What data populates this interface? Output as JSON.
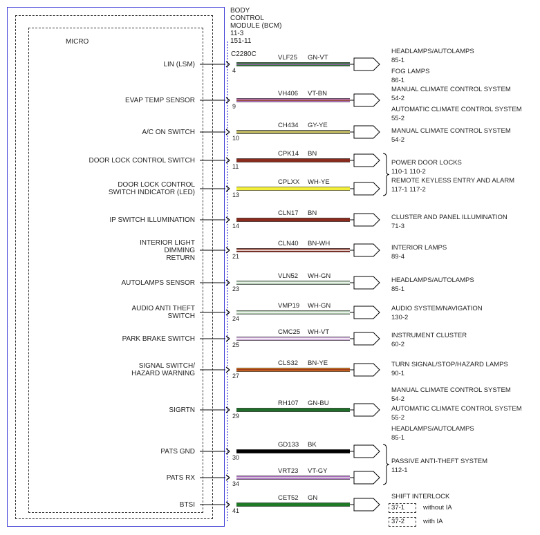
{
  "module": {
    "title_lines": [
      "BODY",
      "CONTROL",
      "MODULE (BCM)",
      "11-3",
      "151-11"
    ],
    "connector": "C2280C",
    "inner_label": "MICRO"
  },
  "pins": [
    {
      "label": [
        "LIN (LSM)"
      ],
      "pin": "4",
      "circuit": "VLF25",
      "color": "GN-VT",
      "wire_main": "#2e7d32",
      "wire_stripe": "#9b59b6"
    },
    {
      "label": [
        "EVAP TEMP SENSOR"
      ],
      "pin": "9",
      "circuit": "VH406",
      "color": "VT-BN",
      "wire_main": "#c77dd6",
      "wire_stripe": "#8b4513"
    },
    {
      "label": [
        "A/C ON SWITCH"
      ],
      "pin": "10",
      "circuit": "CH434",
      "color": "GY-YE",
      "wire_main": "#9e9e80",
      "wire_stripe": "#d6c84a"
    },
    {
      "label": [
        "DOOR LOCK CONTROL SWITCH"
      ],
      "pin": "11",
      "circuit": "CPK14",
      "color": "BN",
      "wire_main": "#8b2b1e",
      "wire_stripe": ""
    },
    {
      "label": [
        "DOOR LOCK CONTROL",
        "SWITCH INDICATOR (LED)"
      ],
      "pin": "13",
      "circuit": "CPLXX",
      "color": "WH-YE",
      "wire_main": "#f2ef3a",
      "wire_stripe": ""
    },
    {
      "label": [
        "IP SWITCH ILLUMINATION"
      ],
      "pin": "14",
      "circuit": "CLN17",
      "color": "BN",
      "wire_main": "#8b2b1e",
      "wire_stripe": ""
    },
    {
      "label": [
        "INTERIOR LIGHT",
        "DIMMING",
        "RETURN"
      ],
      "pin": "21",
      "circuit": "CLN40",
      "color": "BN-WH",
      "wire_main": "#8b2b1e",
      "wire_stripe": "#ffffff"
    },
    {
      "label": [
        "AUTOLAMPS SENSOR"
      ],
      "pin": "23",
      "circuit": "VLN52",
      "color": "WH-GN",
      "wire_main": "#a8c4a8",
      "wire_stripe": "#ffffff"
    },
    {
      "label": [
        "AUDIO ANTI THEFT",
        "SWITCH"
      ],
      "pin": "24",
      "circuit": "VMP19",
      "color": "WH-GN",
      "wire_main": "#a8c4a8",
      "wire_stripe": "#ffffff"
    },
    {
      "label": [
        "PARK BRAKE SWITCH"
      ],
      "pin": "25",
      "circuit": "CMC25",
      "color": "WH-VT",
      "wire_main": "#c9a6d6",
      "wire_stripe": "#ffffff"
    },
    {
      "label": [
        "SIGNAL SWITCH/",
        "HAZARD WARNING"
      ],
      "pin": "27",
      "circuit": "CLS32",
      "color": "BN-YE",
      "wire_main": "#e07a1f",
      "wire_stripe": "#8b2b1e"
    },
    {
      "label": [
        "SIGRTN"
      ],
      "pin": "29",
      "circuit": "RH107",
      "color": "GN-BU",
      "wire_main": "#1f6e2a",
      "wire_stripe": ""
    },
    {
      "label": [
        "PATS GND"
      ],
      "pin": "30",
      "circuit": "GD133",
      "color": "BK",
      "wire_main": "#000000",
      "wire_stripe": ""
    },
    {
      "label": [
        "PATS RX"
      ],
      "pin": "34",
      "circuit": "VRT23",
      "color": "VT-GY",
      "wire_main": "#b06ec4",
      "wire_stripe": "#dddddd"
    },
    {
      "label": [
        "BTSI"
      ],
      "pin": "41",
      "circuit": "CET52",
      "color": "GN",
      "wire_main": "#1f7a25",
      "wire_stripe": ""
    }
  ],
  "destinations": {
    "d4": [
      "HEADLAMPS/AUTOLAMPS",
      "85-1",
      "FOG LAMPS",
      "86-1"
    ],
    "d9": [
      "MANUAL CLIMATE CONTROL SYSTEM",
      "54-2",
      "AUTOMATIC CLIMATE CONTROL SYSTEM",
      "55-2"
    ],
    "d10": [
      "MANUAL CLIMATE CONTROL SYSTEM",
      "54-2"
    ],
    "d11": [
      "POWER DOOR LOCKS",
      "110-1   110-2",
      "REMOTE KEYLESS ENTRY AND ALARM",
      "117-1   117-2"
    ],
    "d14": [
      "CLUSTER AND PANEL ILLUMINATION",
      "71-3"
    ],
    "d21": [
      "INTERIOR LAMPS",
      "89-4"
    ],
    "d23": [
      "HEADLAMPS/AUTOLAMPS",
      "85-1"
    ],
    "d24": [
      "AUDIO SYSTEM/NAVIGATION",
      "130-2"
    ],
    "d25": [
      "INSTRUMENT CLUSTER",
      "60-2"
    ],
    "d27": [
      "TURN SIGNAL/STOP/HAZARD LAMPS",
      "90-1"
    ],
    "d29": [
      "MANUAL CLIMATE CONTROL SYSTEM",
      "54-2",
      "AUTOMATIC CLIMATE CONTROL SYSTEM",
      "55-2",
      "HEADLAMPS/AUTOLAMPS",
      "85-1"
    ],
    "d30": [
      "PASSIVE ANTI-THEFT SYSTEM",
      "112-1"
    ],
    "d41": [
      "SHIFT INTERLOCK"
    ],
    "d41_opts": [
      {
        "ref": "37-1",
        "note": "without IA"
      },
      {
        "ref": "37-2",
        "note": "with IA"
      }
    ]
  }
}
